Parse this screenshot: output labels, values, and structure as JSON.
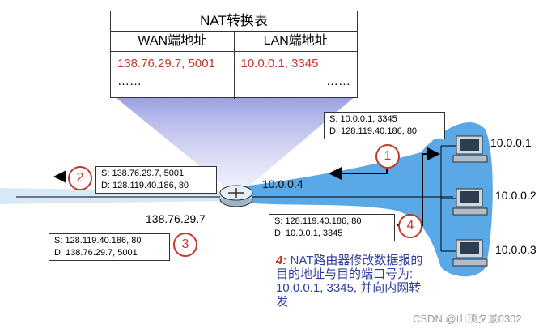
{
  "nat_table": {
    "title": "NAT转换表",
    "col_wan": "WAN端地址",
    "col_lan": "LAN端地址",
    "row1_wan": "138.76.29.7, 5001",
    "row1_lan": "10.0.0.1, 3345",
    "row2_wan": "……",
    "row2_lan": "……"
  },
  "packets": {
    "p1": {
      "num": "1",
      "s": "S: 10.0.0.1, 3345",
      "d": "D: 128.119.40.186, 80"
    },
    "p2": {
      "num": "2",
      "s": "S: 138.76.29.7, 5001",
      "d": "D: 128.119.40.186, 80"
    },
    "p3": {
      "num": "3",
      "s": "S: 128.119.40.186, 80",
      "d": "D: 138.76.29.7, 5001"
    },
    "p4": {
      "num": "4",
      "s": "S: 128.119.40.186, 80",
      "d": "D: 10.0.0.1, 3345"
    }
  },
  "router": {
    "lan_ip": "10.0.0.4",
    "wan_ip": "138.76.29.7"
  },
  "hosts": [
    "10.0.0.1",
    "10.0.0.2",
    "10.0.0.3"
  ],
  "description": {
    "step": "4:",
    "text": " NAT路由器修改数据报的目的地址与目的端口号为: 10.0.0.1, 3345, 并向内网转发"
  },
  "watermark": "CSDN @山顶夕景0302",
  "colors": {
    "lan": "#5aa9e6",
    "accent": "#c0392b",
    "text_blue": "#2f3e9e"
  }
}
